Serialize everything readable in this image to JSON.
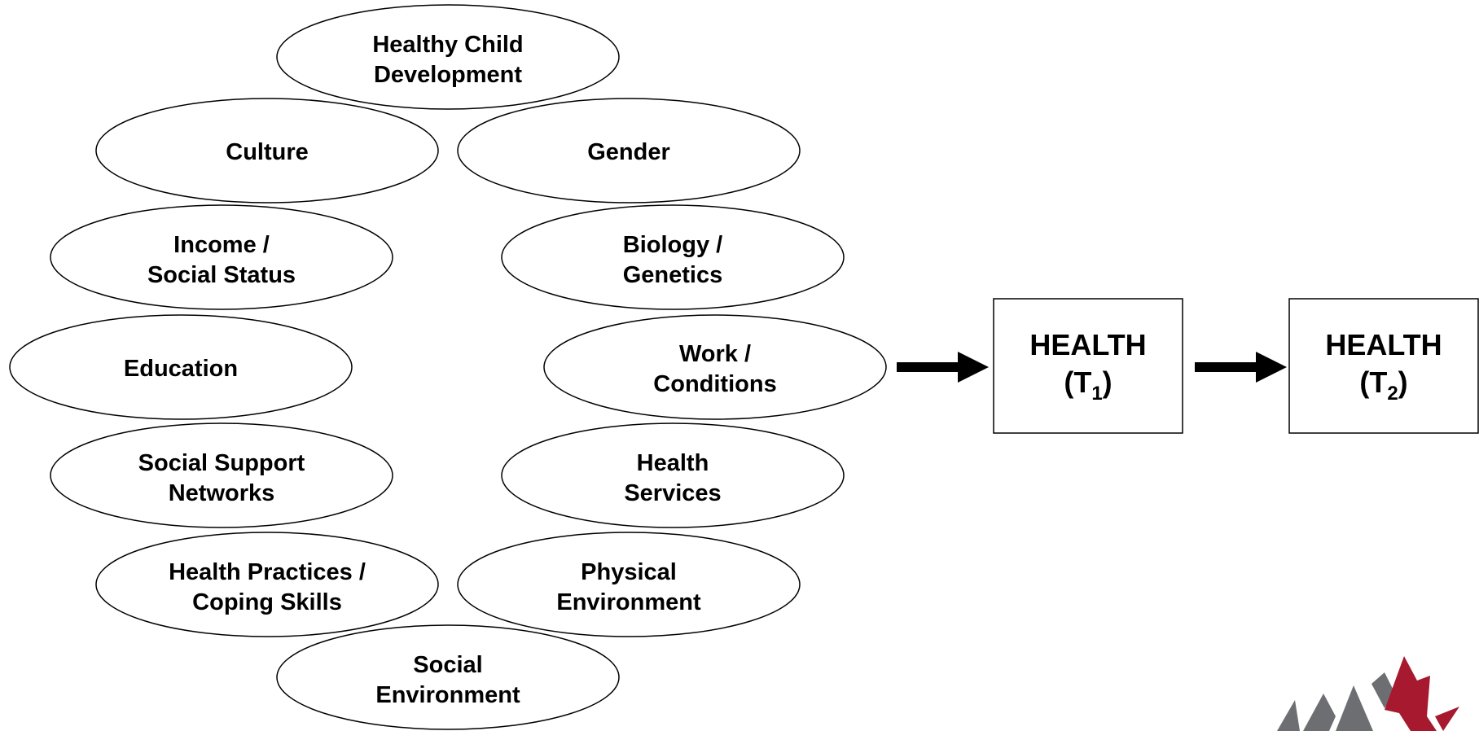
{
  "determinants": [
    {
      "id": "healthy-child-development",
      "lines": [
        "Healthy Child",
        "Development"
      ]
    },
    {
      "id": "culture",
      "lines": [
        "Culture"
      ]
    },
    {
      "id": "gender",
      "lines": [
        "Gender"
      ]
    },
    {
      "id": "income-social-status",
      "lines": [
        "Income /",
        "Social Status"
      ]
    },
    {
      "id": "biology-genetics",
      "lines": [
        "Biology /",
        "Genetics"
      ]
    },
    {
      "id": "education",
      "lines": [
        "Education"
      ]
    },
    {
      "id": "work-conditions",
      "lines": [
        "Work /",
        "Conditions"
      ]
    },
    {
      "id": "social-support-networks",
      "lines": [
        "Social Support",
        "Networks"
      ]
    },
    {
      "id": "health-services",
      "lines": [
        "Health",
        "Services"
      ]
    },
    {
      "id": "health-practices-coping-skills",
      "lines": [
        "Health Practices /",
        "Coping Skills"
      ]
    },
    {
      "id": "physical-environment",
      "lines": [
        "Physical",
        "Environment"
      ]
    },
    {
      "id": "social-environment",
      "lines": [
        "Social",
        "Environment"
      ]
    }
  ],
  "outcomes": [
    {
      "id": "health-t1",
      "title": "HEALTH",
      "sub_prefix": "(T",
      "sub_index": "1",
      "sub_suffix": ")"
    },
    {
      "id": "health-t2",
      "title": "HEALTH",
      "sub_prefix": "(T",
      "sub_index": "2",
      "sub_suffix": ")"
    }
  ],
  "colors": {
    "stroke": "#000000",
    "logo_gray": "#6d6e71",
    "logo_red": "#a6192e"
  },
  "icons": [
    "right-arrow-icon",
    "logo-icon"
  ]
}
